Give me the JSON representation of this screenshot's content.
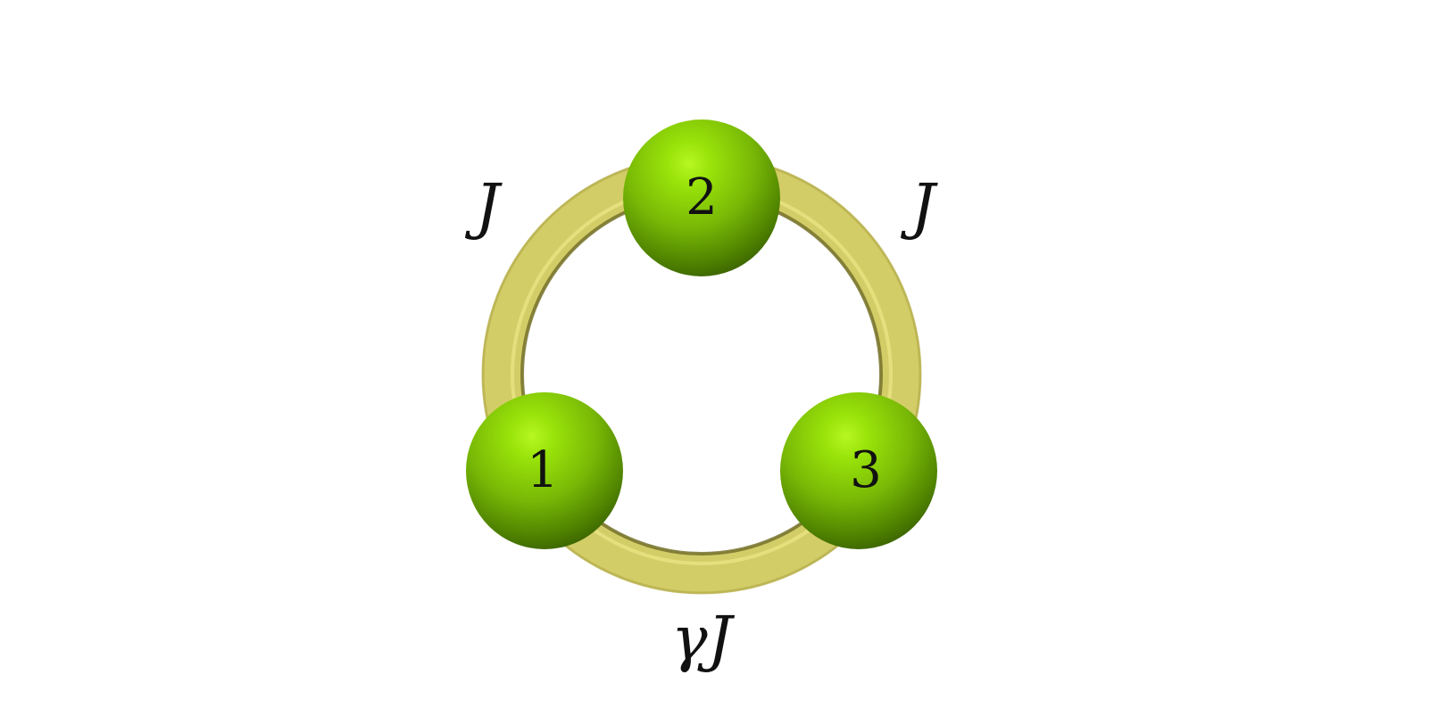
{
  "nodes": [
    {
      "id": "site-1",
      "label": "1"
    },
    {
      "id": "site-2",
      "label": "2"
    },
    {
      "id": "site-3",
      "label": "3"
    }
  ],
  "couplings": {
    "left": "J",
    "right": "J",
    "bottom": "γJ"
  },
  "colors": {
    "ring": "#d4cf6a",
    "ring_highlight": "#f2ee9a",
    "ring_shadow": "#8c8838",
    "node_light": "#a4ec10",
    "node_mid": "#7cc008",
    "node_dark": "#3e6a00",
    "text": "#111111"
  }
}
